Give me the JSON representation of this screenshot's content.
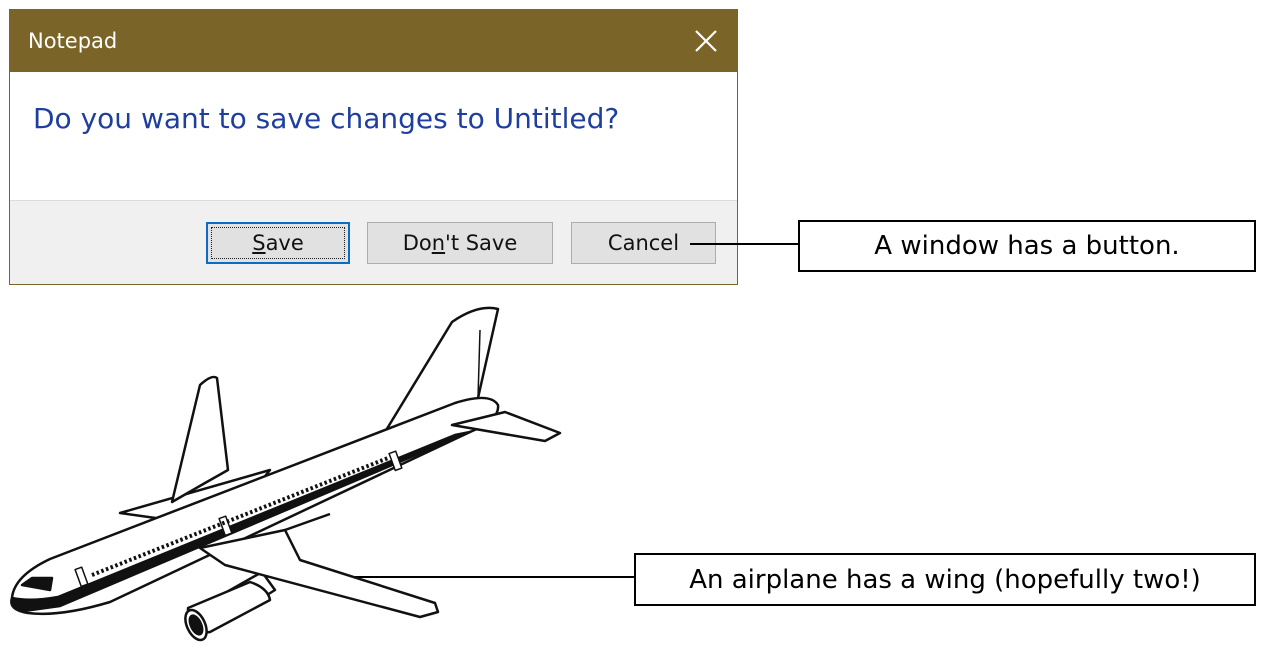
{
  "dialog": {
    "title": "Notepad",
    "close_icon": "close-icon",
    "message": "Do you want to save changes to Untitled?",
    "buttons": {
      "save": {
        "prefix": "",
        "mnemonic": "S",
        "suffix": "ave"
      },
      "dont_save": {
        "prefix": "Do",
        "mnemonic": "n",
        "suffix": "'t Save"
      },
      "cancel": "Cancel"
    },
    "colors": {
      "titlebar": "#7a6428",
      "message": "#1f3f9e"
    }
  },
  "callouts": {
    "window": "A window has a button.",
    "airplane": "An airplane has a wing (hopefully two!)"
  },
  "illustration": {
    "icon": "airplane-illustration"
  }
}
